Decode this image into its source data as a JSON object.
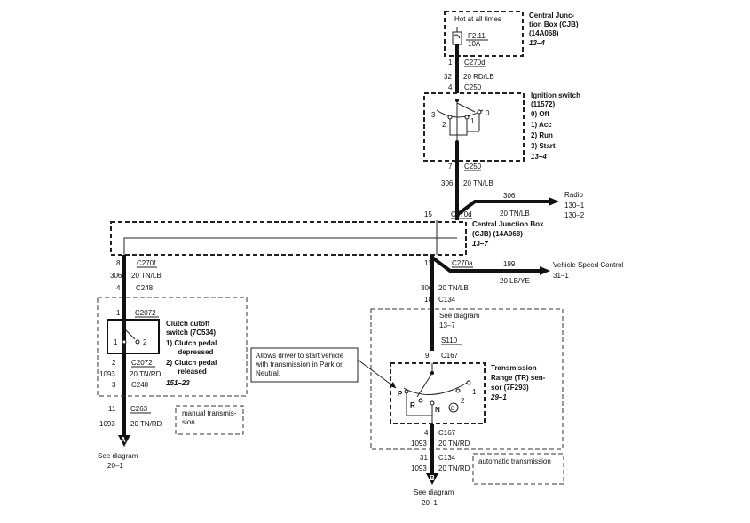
{
  "cjb_top": {
    "hot_label": "Hot at all times",
    "fuse_id": "F2.11",
    "fuse_rating": "10A",
    "title_lines": [
      "Central Junc-",
      "tion Box (CJB)",
      "(14A068)"
    ],
    "ref": "13–4"
  },
  "wire_cjb_ign": {
    "pin_top": "1",
    "connector_top": "C270d",
    "circuit": "32",
    "color": "20 RD/LB",
    "pin_bottom": "4",
    "connector_bottom": "C250"
  },
  "ignition": {
    "title_lines": [
      "Ignition switch",
      "(11572)"
    ],
    "positions": [
      "0)   Off",
      "1)   Acc",
      "2)   Run",
      "3)   Start"
    ],
    "ref": "13–4",
    "contact_3": "3",
    "contact_2": "2",
    "contact_1": "1",
    "contact_0": "0"
  },
  "wire_ign_cjb": {
    "pin_top": "7",
    "connector_top": "C250",
    "circuit": "306",
    "color": "20 TN/LB"
  },
  "radio_branch": {
    "circuit": "306",
    "color": "20 TN/LB",
    "label": "Radio",
    "refs": [
      "130–1",
      "130–2"
    ]
  },
  "cjb_mid": {
    "pin_in": "15",
    "connector_in": "C270d",
    "title_lines": [
      "Central Junction Box",
      "(CJB) (14A068)"
    ],
    "ref": "13–7",
    "pin_left": "8",
    "connector_left": "C270f",
    "pin_right": "11",
    "connector_right": "C270a"
  },
  "vsc_branch": {
    "circuit": "199",
    "color": "20 LB/YE",
    "label": "Vehicle Speed Control",
    "ref": "31–1"
  },
  "left_wire_1": {
    "circuit": "306",
    "color": "20 TN/LB",
    "pin": "4",
    "connector": "C248"
  },
  "clutch": {
    "pin_top": "1",
    "connector_top": "C2072",
    "title_lines": [
      "Clutch cutoff",
      "switch (7C534)"
    ],
    "items": [
      "1)   Clutch pedal",
      "      depressed",
      "2)   Clutch pedal",
      "      released"
    ],
    "ref": "151–23",
    "contact_1": "1",
    "contact_2": "2",
    "pin_bottom": "2",
    "connector_bottom": "C2072",
    "circuit": "1093",
    "color": "20 TN/RD",
    "pin_bottom2": "3",
    "connector_bottom2": "C248"
  },
  "left_wire_2": {
    "pin": "11",
    "connector": "C263",
    "circuit": "1093",
    "color": "20 TN/RD",
    "note_lines": [
      "manual transmis-",
      "sion"
    ],
    "terminal": "A",
    "see_lines": [
      "See diagram",
      "20–1"
    ]
  },
  "right_wire_1": {
    "circuit": "306",
    "color": "20 TN/LB",
    "pin": "18",
    "connector": "C134",
    "see_lines": [
      "See diagram",
      "13–7"
    ],
    "splice": "S110",
    "pin_tr": "9",
    "connector_tr": "C167"
  },
  "tr_sensor": {
    "callout_lines": [
      "Allows driver to start vehicle",
      "with transmission in Park or",
      "Neutral."
    ],
    "title_lines": [
      "Transmission",
      "Range (TR) sen-",
      "sor (7F293)"
    ],
    "ref": "29–1",
    "pos_p": "P",
    "pos_r": "R",
    "pos_n": "N",
    "pos_d": "D",
    "pos_2": "2",
    "pos_1": "1"
  },
  "right_wire_2": {
    "pin": "4",
    "connector": "C167",
    "circuit": "1093",
    "color": "20 TN/RD",
    "pin2": "31",
    "connector2": "C134",
    "circuit2": "1093",
    "color2": "20 TN/RD",
    "note": "automatic transmission",
    "terminal": "B",
    "see_lines": [
      "See diagram",
      "20–1"
    ]
  }
}
